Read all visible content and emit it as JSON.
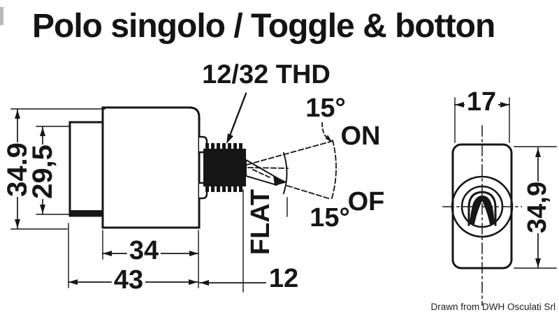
{
  "title": "Polo singolo / Toggle & botton",
  "credit": "Drawn from DWH Osculati Srl",
  "colors": {
    "ink": "#161616",
    "paper": "#ffffff"
  },
  "side_view": {
    "thread_label": "12/32 THD",
    "flat_label": "FLAT",
    "angle_on_label": "15°",
    "on_label": "ON",
    "angle_off_label": "15°",
    "off_label": "OF",
    "dims": {
      "overall_height": "34,9",
      "back_body_height": "29,5",
      "body_length": "34",
      "overall_length": "43",
      "thread_length": "12"
    }
  },
  "front_view": {
    "dims": {
      "width": "17",
      "height": "34,9"
    }
  }
}
